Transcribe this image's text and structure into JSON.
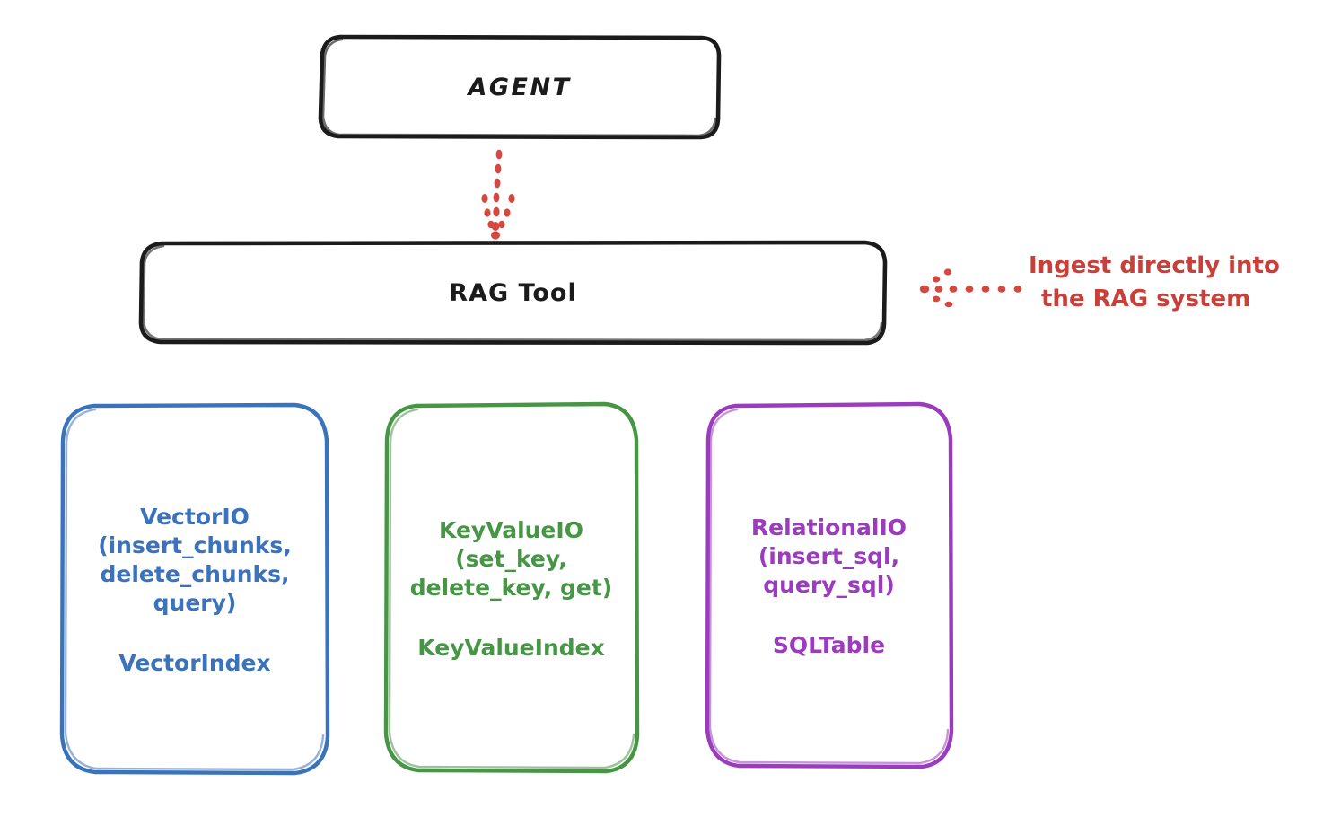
{
  "diagram": {
    "title_nodes": {
      "agent": {
        "label": "AGENT",
        "color": "#1b1b1b"
      },
      "rag_tool": {
        "label": "RAG Tool",
        "color": "#1b1b1b"
      }
    },
    "providers": [
      {
        "name": "vectorio",
        "api_label": "VectorIO\n(insert_chunks,\ndelete_chunks,\nquery)",
        "index_label": "VectorIndex",
        "color": "#3a72bc"
      },
      {
        "name": "keyvalueio",
        "api_label": "KeyValueIO\n(set_key,\ndelete_key, get)",
        "index_label": "KeyValueIndex",
        "color": "#479646"
      },
      {
        "name": "relationalio",
        "api_label": "RelationalIO\n(insert_sql,\nquery_sql)",
        "index_label": "SQLTable",
        "color": "#9b3bbd"
      }
    ],
    "annotation": {
      "line1": "Ingest directly into",
      "line2": "the RAG system",
      "color": "#c8403a"
    },
    "connectors": [
      {
        "name": "agent-to-rag-tool-arrow",
        "style": "dotted",
        "direction": "down",
        "color": "#d4483f"
      },
      {
        "name": "ingest-annotation-arrow",
        "style": "dotted",
        "direction": "left",
        "color": "#d4483f"
      }
    ]
  }
}
